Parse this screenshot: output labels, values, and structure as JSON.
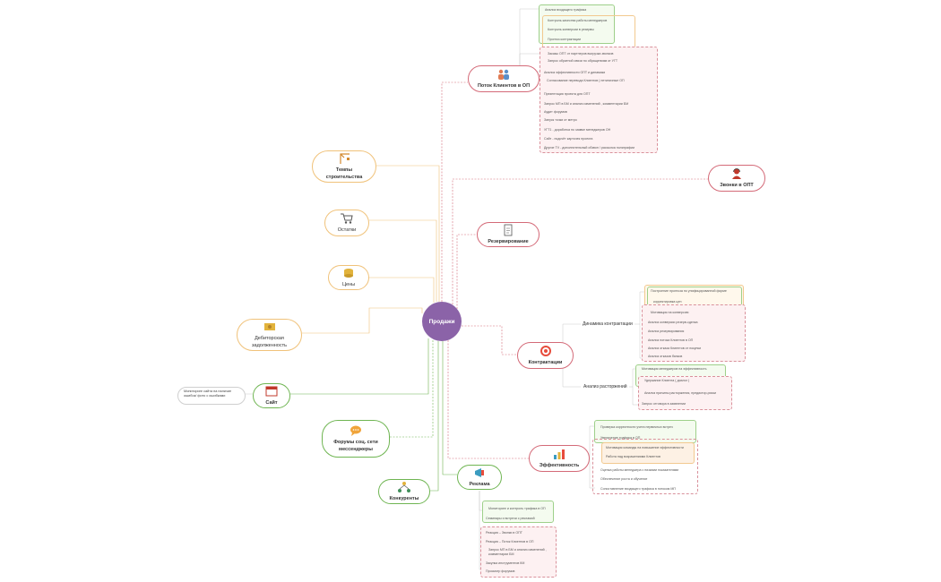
{
  "center": "Продажи",
  "colors": {
    "center": "#8b63a8",
    "red": "#d46a78",
    "yellow": "#f0c27a",
    "green": "#6fb552",
    "orange": "#e8a244"
  },
  "nodes": {
    "potok": {
      "label": "Поток Клиентов в ОП",
      "icon": "people-icon"
    },
    "zvonki": {
      "label": "Звонки в ОПТ",
      "icon": "operator-icon"
    },
    "temy": {
      "label": "Темпы строительства",
      "icon": "crane-icon"
    },
    "ostatki": {
      "label": "Остатки",
      "icon": "cart-icon"
    },
    "tseny": {
      "label": "Цены",
      "icon": "coins-icon"
    },
    "debitor": {
      "label": "Дебиторская задолженность",
      "icon": "money-icon"
    },
    "sait": {
      "label": "Сайт",
      "icon": "browser-icon"
    },
    "forumy": {
      "label": "Форумы соц. сети мессенджеры",
      "icon": "chat-icon"
    },
    "konkurenty": {
      "label": "Конкуренты",
      "icon": "network-icon"
    },
    "reklama": {
      "label": "Реклама",
      "icon": "megaphone-icon"
    },
    "rezerv": {
      "label": "Резервирование",
      "icon": "document-icon"
    },
    "kontraktatsii": {
      "label": "Контрактации",
      "icon": "target-icon"
    },
    "effekt": {
      "label": "Эффективность",
      "icon": "bar-chart-icon"
    }
  },
  "sait_note": "Мониторинг сайта на наличие ошибок/ фото с ошибками",
  "potok_items": {
    "green": [
      "Анализ входящего трафика",
      "Контроль качества работы менеджеров",
      "Контроль конверсии в резервы",
      "Прогноз контрактации"
    ],
    "yellow": [
      "Заказы ОПТ от партнеров выгрузка звонков",
      "Запрос обратной связи по обращениям от УГТ"
    ],
    "red": [
      "Анализ эффективности ОПТ и динамики",
      "Согласование перевода Клиентов ( нетипичные ОП",
      "Презентация проекта для ОПТ",
      "Запрос МП в БМ и анализ изменений , комментарии БМ",
      "Аудит форумов",
      "Запуск точки от метро",
      "УГТ1 - доработка по заявке менеджеров ОН",
      "Сайт - подсчёт карточек проекта",
      "Другие ТV - дополнительный обзвон / рассылка полиграфии"
    ]
  },
  "dynamics": {
    "title": "Динамика контрактации",
    "green": [
      "Построение прогноза по унифицированной форме",
      "корректировка цен",
      "Мотивация на конверсию"
    ],
    "red": [
      "Анализ конверсии резерв-сделка",
      "Анализ резервирования",
      "Анализ потока Клиентов в ОП",
      "Анализ отказа Клиентов от покупки",
      "Анализ отказов банков"
    ]
  },
  "razt": {
    "title": "Анализ расторжений",
    "green": [
      "Мотивация менеджеров на эффективность",
      "Удержание Клиента ( диалог )"
    ],
    "red": [
      "Анализ причины расторжения, предиктор-риски",
      "Запрос отговора в заявлении"
    ]
  },
  "effekt_items": {
    "green": [
      "Проверка корректности учета первичных встреч",
      "Увеличение трафика в ОП"
    ],
    "yellow": [
      "Мотивация команды на повышение эффективности",
      "Работа над возражениями Клиентов"
    ],
    "red": [
      "Оценка работы менеджера с низкими показателями",
      "Обеспечение роста и обучение",
      "Сопоставление входящего трафика в потоком МП"
    ]
  },
  "reklama_items": {
    "green": [
      "Мониторинг и контроль трафика в ОП",
      "Семинары и встречи с рекламой"
    ],
    "red": [
      "Реакция – Звонки в ОПТ",
      "Реакция – Поток Клиентов в ОП",
      "Запрос МП в БМ и анализ изменений , комментарии БМ",
      "Закупка инструментов КМ",
      "Просмотр форумов"
    ]
  }
}
